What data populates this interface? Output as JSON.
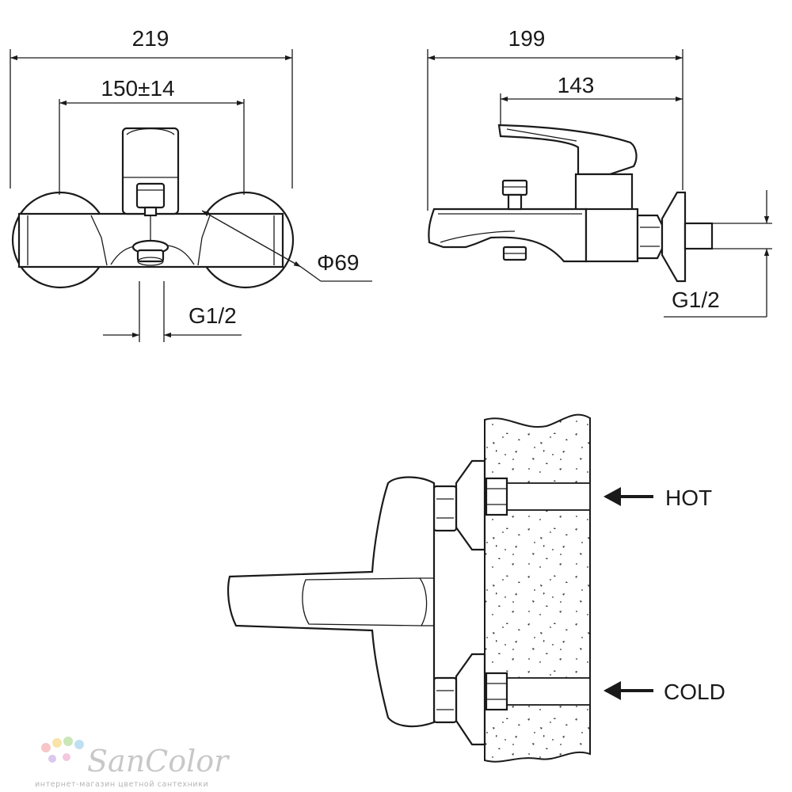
{
  "front_view": {
    "overall_width": "219",
    "centers": "150±14",
    "flange_diameter": "Φ69",
    "outlet_thread": "G1/2"
  },
  "side_view": {
    "overall_depth": "199",
    "spout_depth": "143",
    "inlet_thread": "G1/2"
  },
  "install_view": {
    "hot_label": "HOT",
    "cold_label": "COLD"
  },
  "brand": {
    "name": "SanColor",
    "tagline": "интернет-магазин цветной сантехники",
    "dot_colors": [
      "#f7c6c6",
      "#f9e3a8",
      "#c9e7b8",
      "#bfe0f2",
      "#d9c8ef",
      "#f3c8de"
    ]
  }
}
